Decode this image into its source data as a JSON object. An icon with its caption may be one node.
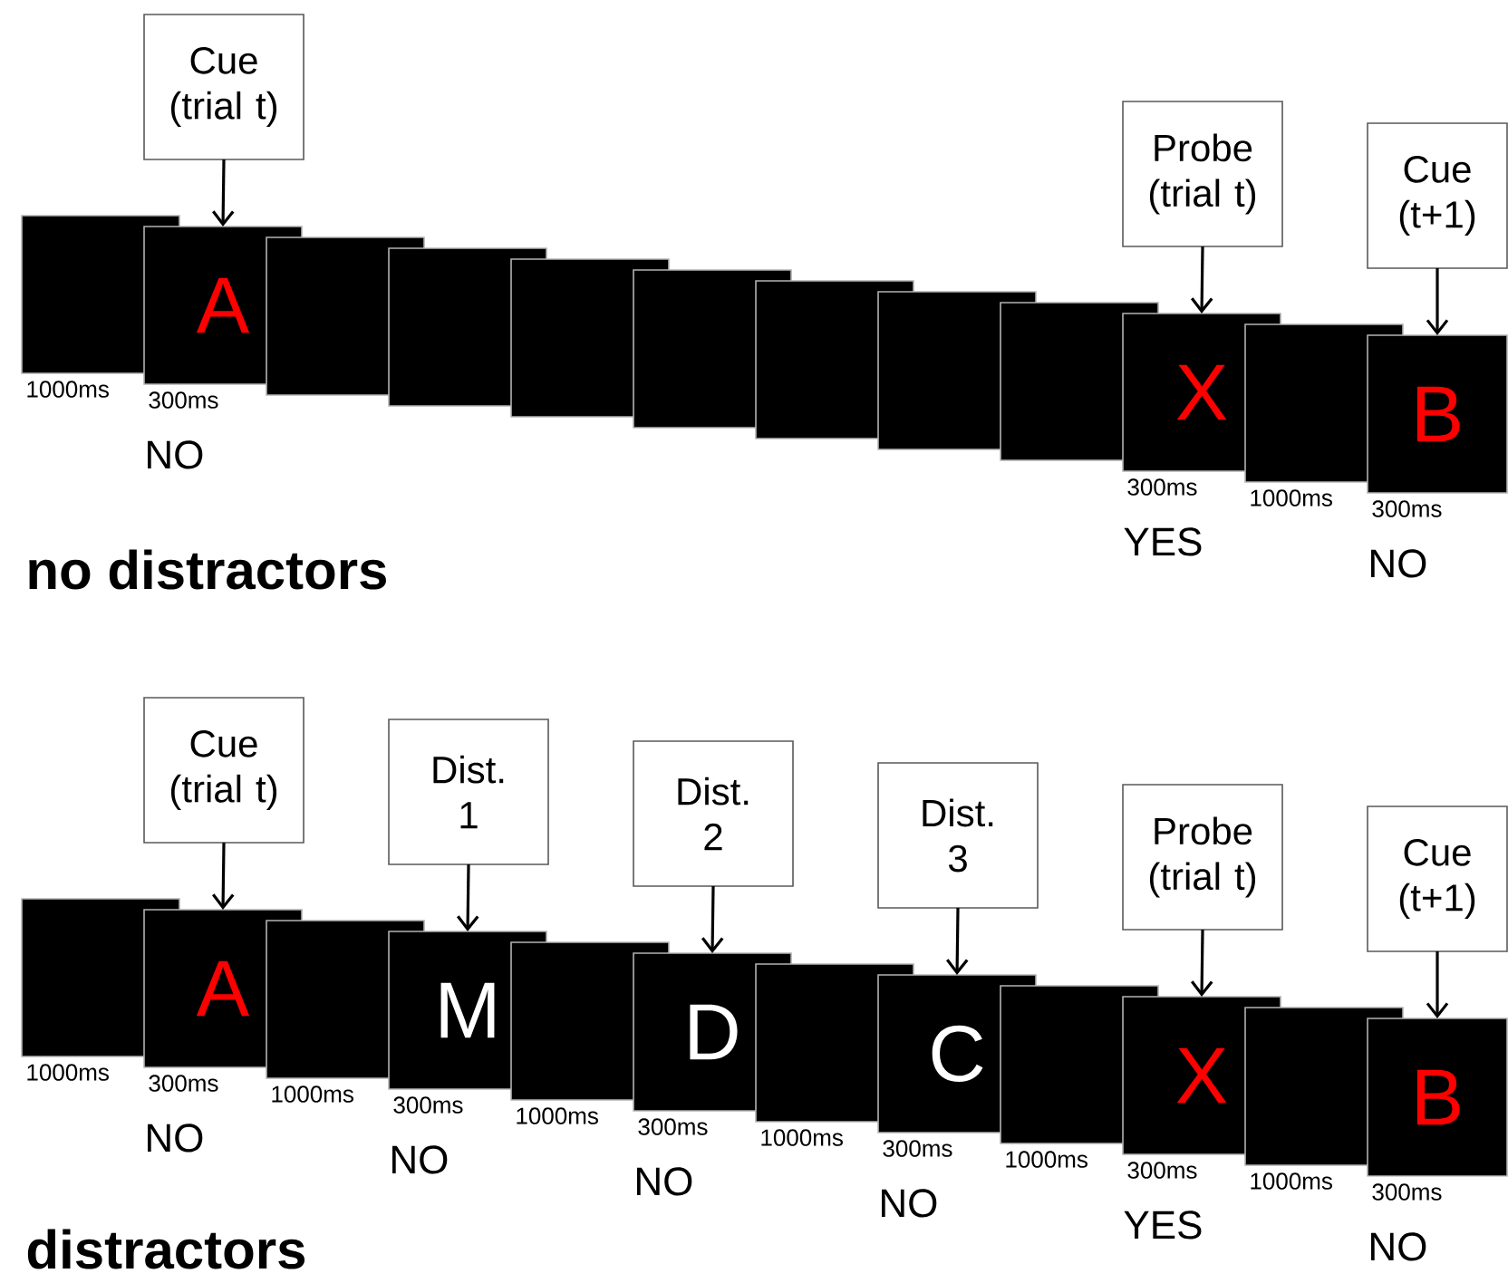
{
  "diagram": {
    "nodes": [
      {
        "text": [
          "Cue (trial t)"
        ]
      },
      {
        "text": [
          "Probe (trial t)"
        ]
      },
      {
        "text": [
          "Cue (t+1)"
        ]
      },
      {
        "text": [],
        "shape": "box",
        "beside": [
          "1000ms"
        ]
      },
      {
        "text": [
          "A"
        ],
        "beside": [
          "300ms",
          "NO"
        ]
      },
      {
        "text": [],
        "shape": "box"
      },
      {
        "text": [],
        "shape": "box"
      },
      {
        "text": [],
        "shape": "box"
      },
      {
        "text": [],
        "shape": "box"
      },
      {
        "text": [],
        "shape": "box"
      },
      {
        "text": [],
        "shape": "box"
      },
      {
        "text": [],
        "shape": "box"
      },
      {
        "text": [
          "X"
        ],
        "beside": [
          "300ms",
          "YES"
        ]
      },
      {
        "text": [],
        "shape": "box",
        "beside": [
          "1000ms"
        ]
      },
      {
        "text": [
          "B"
        ],
        "beside": [
          "300ms",
          "NO"
        ]
      },
      {
        "text": [
          "Cue (trial t)"
        ]
      },
      {
        "text": [
          "Dist. 1"
        ]
      },
      {
        "text": [
          "Dist. 2"
        ]
      },
      {
        "text": [
          "Dist. 3"
        ]
      },
      {
        "text": [
          "Probe (trial t)"
        ]
      },
      {
        "text": [
          "Cue (t+1)"
        ]
      },
      {
        "text": [],
        "shape": "box",
        "beside": [
          "1000ms"
        ]
      },
      {
        "text": [
          "A"
        ],
        "beside": [
          "300ms",
          "NO"
        ]
      },
      {
        "text": [],
        "shape": "box",
        "beside": [
          "1000ms"
        ]
      },
      {
        "text": [
          "M"
        ],
        "beside": [
          "300ms",
          "NO"
        ]
      },
      {
        "text": [],
        "shape": "box",
        "beside": [
          "1000ms"
        ]
      },
      {
        "text": [
          "D"
        ],
        "beside": [
          "300ms",
          "NO"
        ]
      },
      {
        "text": [],
        "shape": "box",
        "beside": [
          "1000ms"
        ]
      },
      {
        "text": [
          "C"
        ],
        "beside": [
          "300ms",
          "NO"
        ]
      },
      {
        "text": [],
        "shape": "box",
        "beside": [
          "1000ms"
        ]
      },
      {
        "text": [
          "X"
        ],
        "beside": [
          "300ms",
          "YES"
        ]
      },
      {
        "text": [],
        "shape": "box",
        "beside": [
          "1000ms"
        ]
      },
      {
        "text": [
          "B"
        ],
        "beside": [
          "300ms",
          "NO"
        ]
      }
    ],
    "edges": [
      {
        "from": 0,
        "to": 4,
        "arrow": "to"
      },
      {
        "from": 1,
        "to": 12,
        "arrow": "to"
      },
      {
        "from": 2,
        "to": 14,
        "arrow": "to"
      },
      {
        "from": 15,
        "to": 22,
        "arrow": "to"
      },
      {
        "from": 16,
        "to": 24,
        "arrow": "to"
      },
      {
        "from": 17,
        "to": 26,
        "arrow": "to"
      },
      {
        "from": 18,
        "to": 28,
        "arrow": "to"
      },
      {
        "from": 19,
        "to": 30,
        "arrow": "to"
      },
      {
        "from": 20,
        "to": 32,
        "arrow": "to"
      }
    ],
    "labels": [
      "no distractors",
      "distractors"
    ]
  }
}
